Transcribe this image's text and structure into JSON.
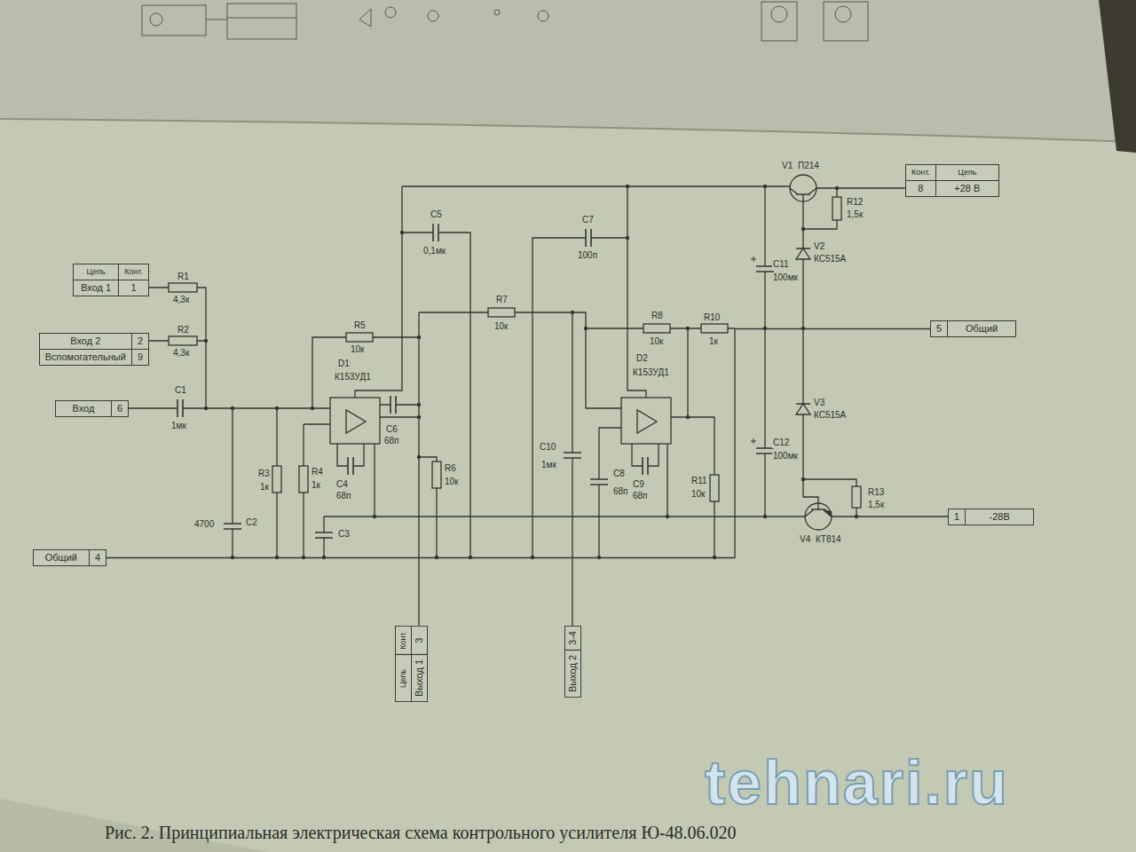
{
  "diagram": {
    "caption": "Рис. 2. Принципиальная электрическая схема контрольного усилителя Ю-48.06.020",
    "nodes": [
      {
        "text": [
          "Цепь",
          "Конт.",
          "Вход 1",
          "1"
        ]
      },
      {
        "text": [
          "Вход 2",
          "2",
          "Вспомогательный",
          "9"
        ]
      },
      {
        "text": [
          "Вход",
          "6"
        ]
      },
      {
        "text": [
          "Общий",
          "4"
        ]
      },
      {
        "text": [
          "Цепь",
          "Конт.",
          "Выход 1",
          "3"
        ]
      },
      {
        "text": [
          "Выход 2",
          "3-4"
        ]
      },
      {
        "text": [
          "Конт.",
          "Цепь",
          "8",
          "+28 В"
        ]
      },
      {
        "text": [
          "5",
          "Общий"
        ]
      },
      {
        "text": [
          "1",
          "-28В"
        ]
      }
    ],
    "edges": [
      {
        "from": 3,
        "to": 7,
        "arrow": "none"
      }
    ],
    "labels": [
      "R1",
      "4,3к",
      "R2",
      "4,3к",
      "C1",
      "1мк",
      "C2",
      "4700",
      "R3",
      "1к",
      "R4",
      "1к",
      "C3",
      "R5",
      "10к",
      "D1",
      "К153УД1",
      "C4",
      "68п",
      "C6",
      "68п",
      "R6",
      "10к",
      "C5",
      "0,1мк",
      "R7",
      "10к",
      "C7",
      "100п",
      "R8",
      "10к",
      "D2",
      "К153УД1",
      "C8",
      "68п",
      "C9",
      "68п",
      "C10",
      "1мк",
      "R10",
      "1к",
      "R11",
      "10к",
      "C11",
      "100мк",
      "C12",
      "100мк",
      "V1",
      "П214",
      "R12",
      "1,5к",
      "V2",
      "КС515А",
      "V3",
      "КС515А",
      "R13",
      "1,5к",
      "V4",
      "КТ814",
      "tehnari.ru"
    ]
  }
}
